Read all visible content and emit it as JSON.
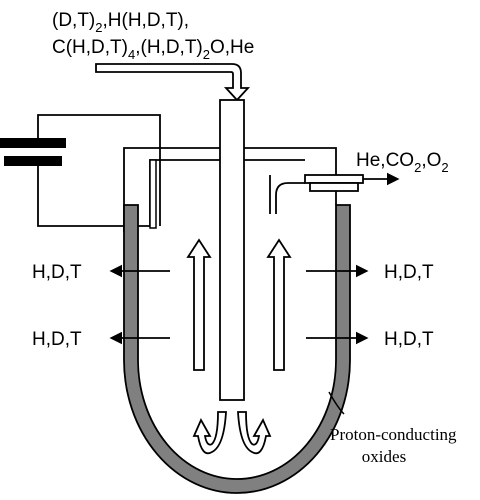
{
  "feed": {
    "line1": {
      "parts": [
        "(D,T)",
        "2",
        ",H(H,D,T),"
      ]
    },
    "line2": {
      "parts": [
        "C(H,D,T)",
        "4",
        ",(H,D,T)",
        "2",
        "O,He"
      ]
    }
  },
  "outlet": {
    "parts": [
      "He,CO",
      "2",
      ",O",
      "2"
    ]
  },
  "permeate_labels": {
    "left_upper": "H,D,T",
    "left_lower": "H,D,T",
    "right_upper": "H,D,T",
    "right_lower": "H,D,T"
  },
  "membrane_label": {
    "line1": "Proton-conducting",
    "line2": "oxides"
  },
  "colors": {
    "membrane": "#808080",
    "line": "#000000",
    "background": "#ffffff"
  }
}
